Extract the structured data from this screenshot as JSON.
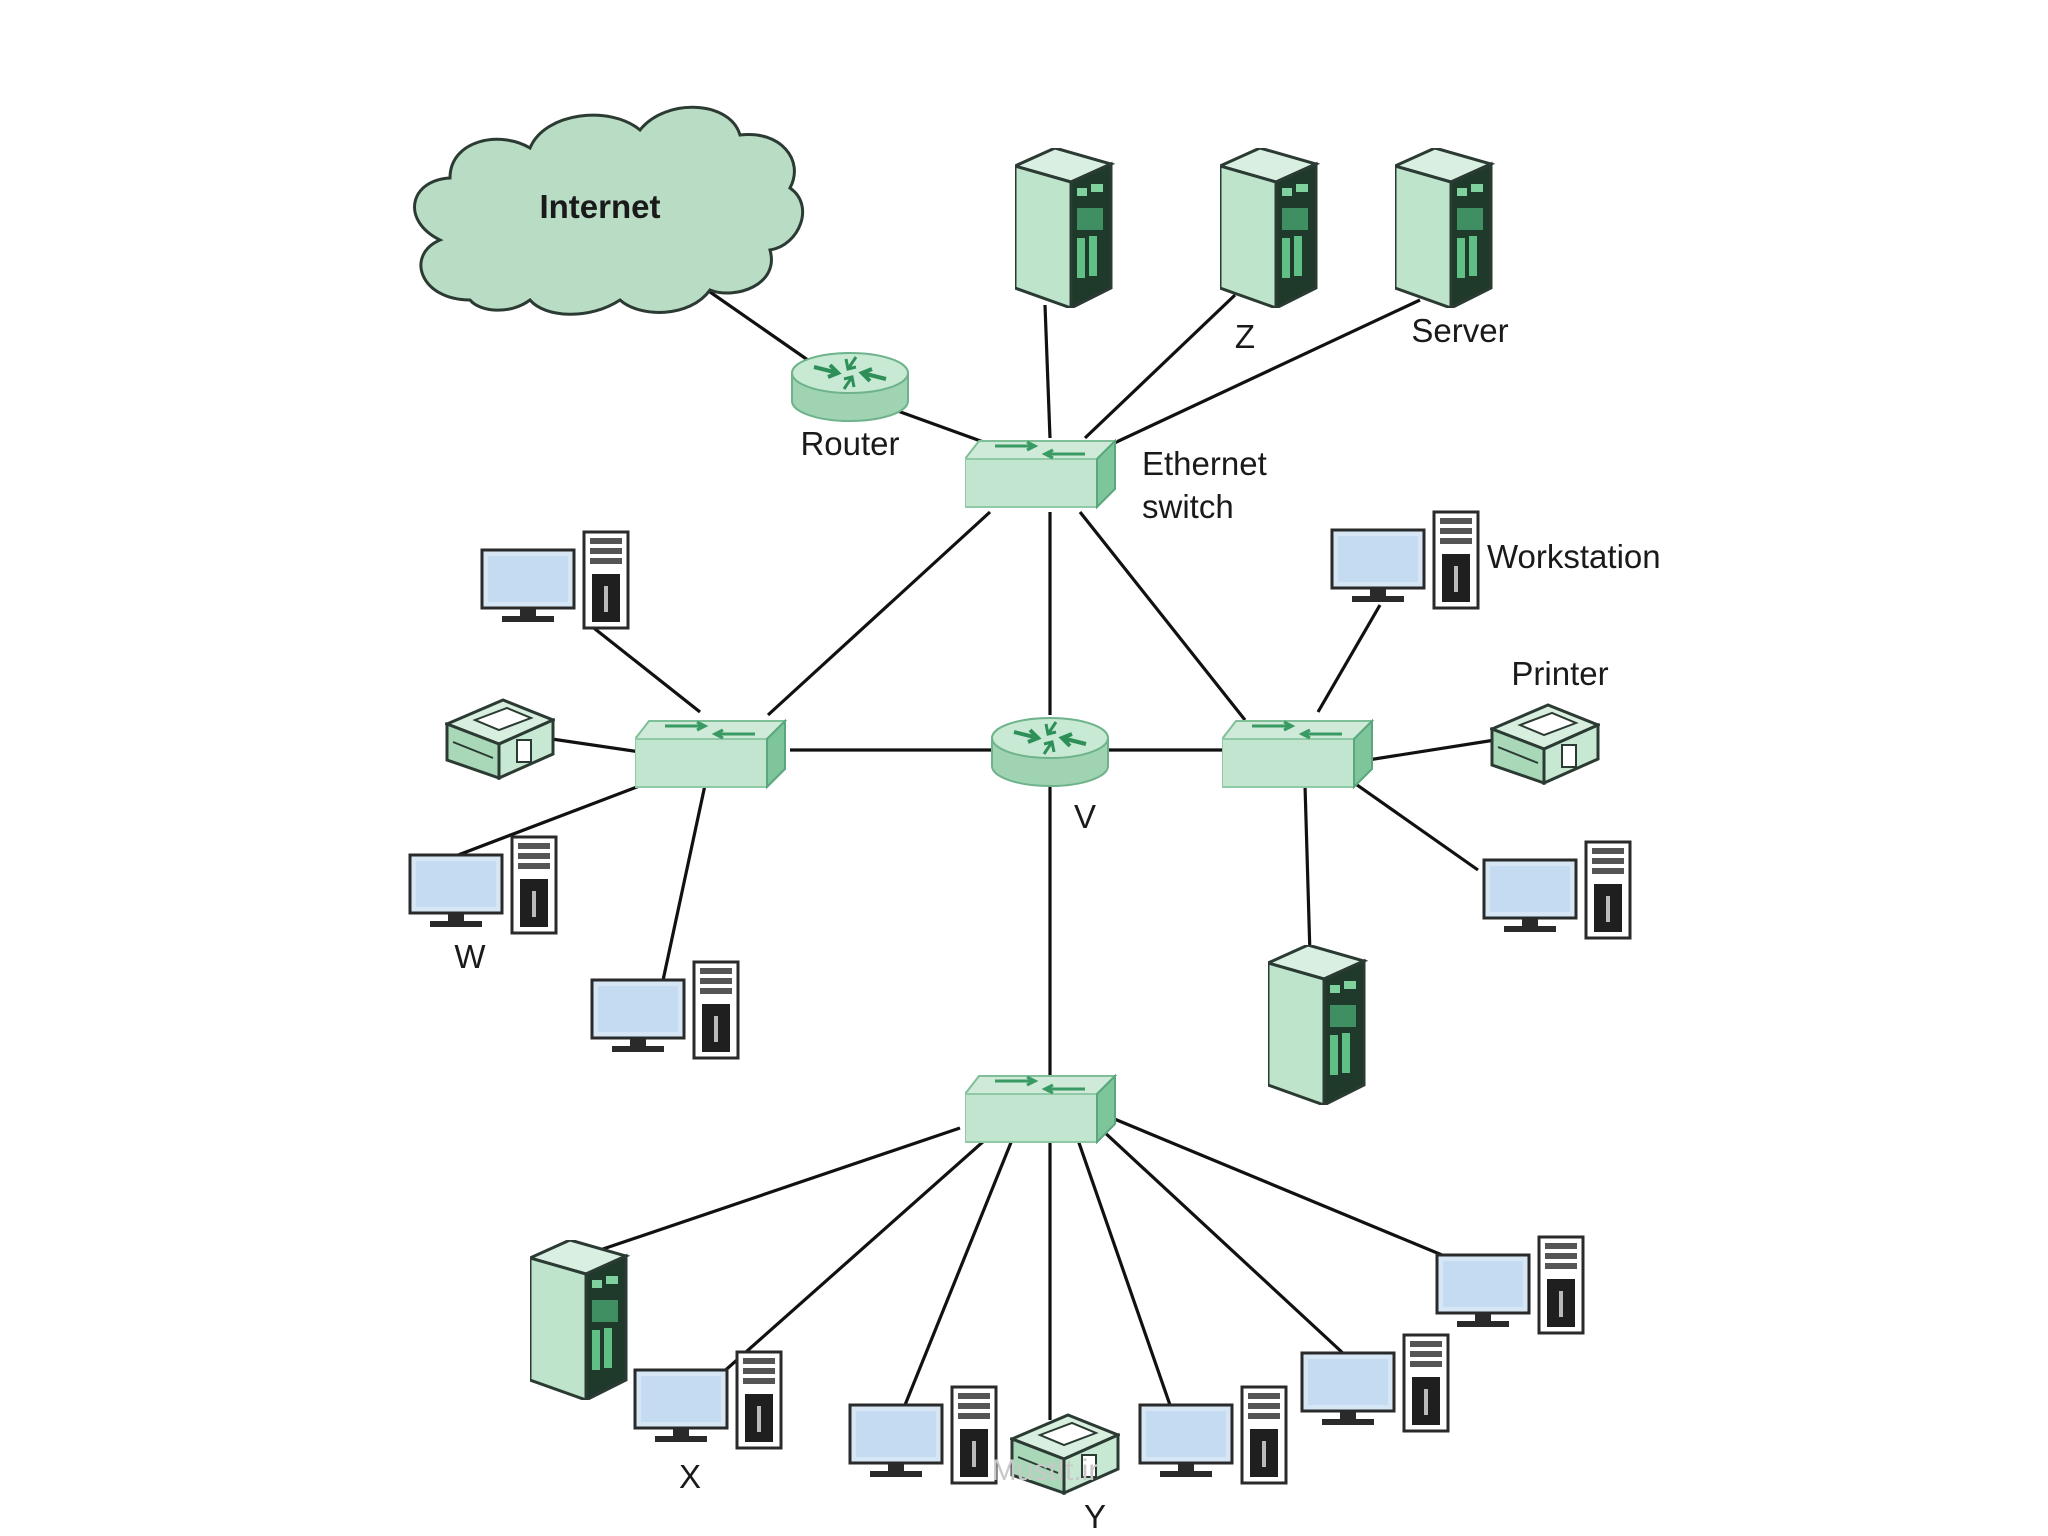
{
  "labels": {
    "internet": "Internet",
    "router": "Router",
    "ethernet_line1": "Ethernet",
    "ethernet_line2": "switch",
    "workstation": "Workstation",
    "printer": "Printer",
    "server": "Server",
    "z": "Z",
    "v": "V",
    "w": "W",
    "x": "X",
    "y": "Y"
  },
  "watermark": "MustIt.ir",
  "colors": {
    "device_green": "#b7dfc5",
    "device_green_dark": "#7fbf98",
    "cloud": "#b9dcc5",
    "line": "#111111",
    "monitor_screen": "#cfe3f5"
  }
}
